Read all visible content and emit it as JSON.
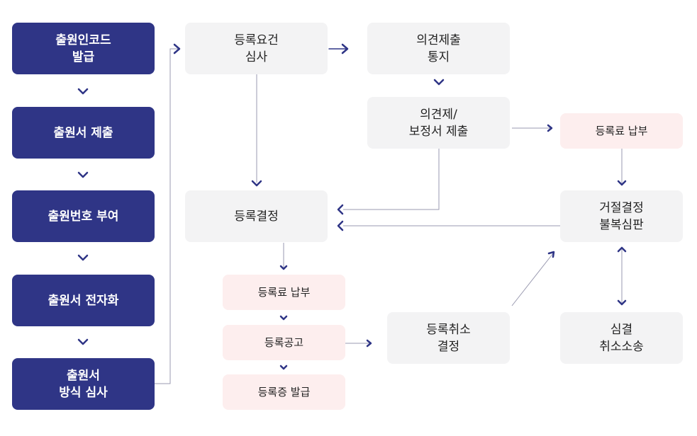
{
  "colors": {
    "navy": "#2f3586",
    "gray": "#f3f3f4",
    "pink": "#fdeeee",
    "arrow": "#2f3586"
  },
  "left_column": [
    {
      "id": "issue",
      "label": "출원인코드\n발급"
    },
    {
      "id": "submit",
      "label": "출원서 제출"
    },
    {
      "id": "number",
      "label": "출원번호 부여"
    },
    {
      "id": "digitize",
      "label": "출원서 전자화"
    },
    {
      "id": "exam",
      "label": "출원서\n방식 심사"
    }
  ],
  "nodes": {
    "requirements": "등록요건\n심사",
    "opinion_notice": "의견제출\n통지",
    "opinion_submit": "의견제/\n보정서 제출",
    "fee_right": "등록료 납부",
    "decision": "등록결정",
    "reject_trial": "거절결정\n불복심판",
    "fee_mid": "등록료 납부",
    "announce": "등록공고",
    "cancel": "등록취소\n결정",
    "trial_suit": "심결\n취소소송",
    "certificate": "등록증 발급"
  }
}
